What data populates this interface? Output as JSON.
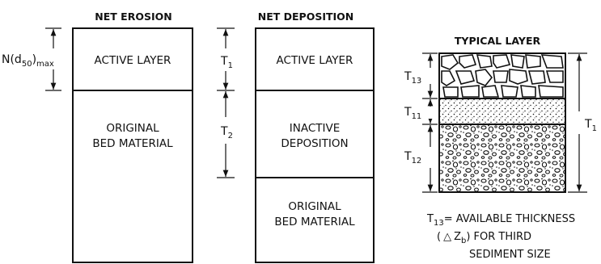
{
  "headers": {
    "net_erosion": "NET EROSION",
    "net_deposition": "NET DEPOSITION",
    "typical_layer": "TYPICAL LAYER"
  },
  "erosion_column": {
    "active_layer": "ACTIVE LAYER",
    "original_line1": "ORIGINAL",
    "original_line2": "BED MATERIAL"
  },
  "dim_label": {
    "prefix": "N(d",
    "sub1": "50",
    "mid": ")",
    "sub2": "max"
  },
  "middle_dims": {
    "t1": {
      "main": "T",
      "sub": "1"
    },
    "t2": {
      "main": "T",
      "sub": "2"
    }
  },
  "deposition_column": {
    "active_layer": "ACTIVE LAYER",
    "inactive_line1": "INACTIVE",
    "inactive_line2": "DEPOSITION",
    "original_line1": "ORIGINAL",
    "original_line2": "BED MATERIAL"
  },
  "typical_layer_dims": {
    "t13": {
      "main": "T",
      "sub": "13"
    },
    "t11": {
      "main": "T",
      "sub": "11"
    },
    "t12": {
      "main": "T",
      "sub": "12"
    },
    "t1": {
      "main": "T",
      "sub": "1"
    }
  },
  "note": {
    "line1": "T",
    "line1_sub": "13",
    "line1_rest": "= AVAILABLE THICKNESS",
    "line2_open": "(",
    "line2_delta": "△",
    "line2_z": "Z",
    "line2_sub": "b",
    "line2_close": ")  FOR THIRD",
    "line3": "SEDIMENT SIZE"
  }
}
